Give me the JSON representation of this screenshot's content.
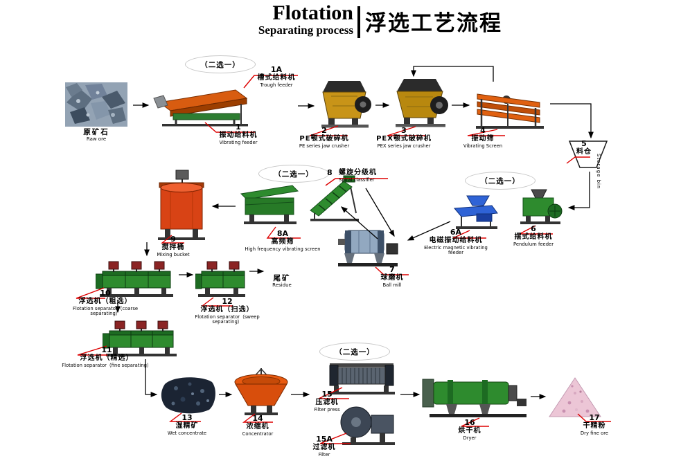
{
  "title": {
    "main": "Flotation",
    "sub": "Separating process",
    "zh": "浮选工艺流程"
  },
  "choice": "（二选一）",
  "colors": {
    "leader_red": "#dd0000",
    "machine_green": "#2e8b2e",
    "machine_orange": "#e06010",
    "machine_yellow": "#c89418",
    "machine_blue": "#2f63d6",
    "tank_red": "#d84315"
  },
  "nodes": {
    "raw_ore": {
      "zh": "原矿石",
      "en": "Raw ore"
    },
    "residue": {
      "zh": "尾矿",
      "en": "Residue"
    },
    "l1a": {
      "num": "1A",
      "zh": "槽式给料机",
      "en": "Trough feeder"
    },
    "l1": {
      "num": "1",
      "zh": "振动给料机",
      "en": "Vibrating feeder"
    },
    "l2": {
      "num": "2",
      "zh": "PE颚式破碎机",
      "en": "PE series jaw crusher"
    },
    "l3": {
      "num": "3",
      "zh": "PEX颚式破碎机",
      "en": "PEX series jaw crusher"
    },
    "l4": {
      "num": "4",
      "zh": "振动筛",
      "en": "Vibrating Screen"
    },
    "l5": {
      "num": "5",
      "zh": "料仓",
      "en": "Storage bin"
    },
    "l6a": {
      "num": "6A",
      "zh": "电磁振动给料机",
      "en": "Electric magnetic vibrating feeder"
    },
    "l6": {
      "num": "6",
      "zh": "摆式给料机",
      "en": "Pendulum feeder"
    },
    "l7": {
      "num": "7",
      "zh": "球磨机",
      "en": "Ball mill"
    },
    "l8": {
      "num": "8",
      "zh": "螺旋分级机",
      "en": "Spiral classifier"
    },
    "l8a": {
      "num": "8A",
      "zh": "高频筛",
      "en": "High frequency vibrating screen"
    },
    "l9": {
      "num": "9",
      "zh": "搅拌桶",
      "en": "Mixing bucket"
    },
    "l10": {
      "num": "10",
      "zh": "浮选机（粗选）",
      "en": "Flotation separator（coarse separating）"
    },
    "l11": {
      "num": "11",
      "zh": "浮选机（精选）",
      "en": "Flotation separator（fine separating）"
    },
    "l12": {
      "num": "12",
      "zh": "浮选机（扫选）",
      "en": "Flotation separator（sweep separating）"
    },
    "l13": {
      "num": "13",
      "zh": "湿精矿",
      "en": "Wet concentrate"
    },
    "l14": {
      "num": "14",
      "zh": "浓缩机",
      "en": "Concentrator"
    },
    "l15": {
      "num": "15",
      "zh": "压滤机",
      "en": "Filter press"
    },
    "l15a": {
      "num": "15A",
      "zh": "过滤机",
      "en": "Filter"
    },
    "l16": {
      "num": "16",
      "zh": "烘干机",
      "en": "Dryer"
    },
    "l17": {
      "num": "17",
      "zh": "干精粉",
      "en": "Dry fine ore"
    }
  }
}
